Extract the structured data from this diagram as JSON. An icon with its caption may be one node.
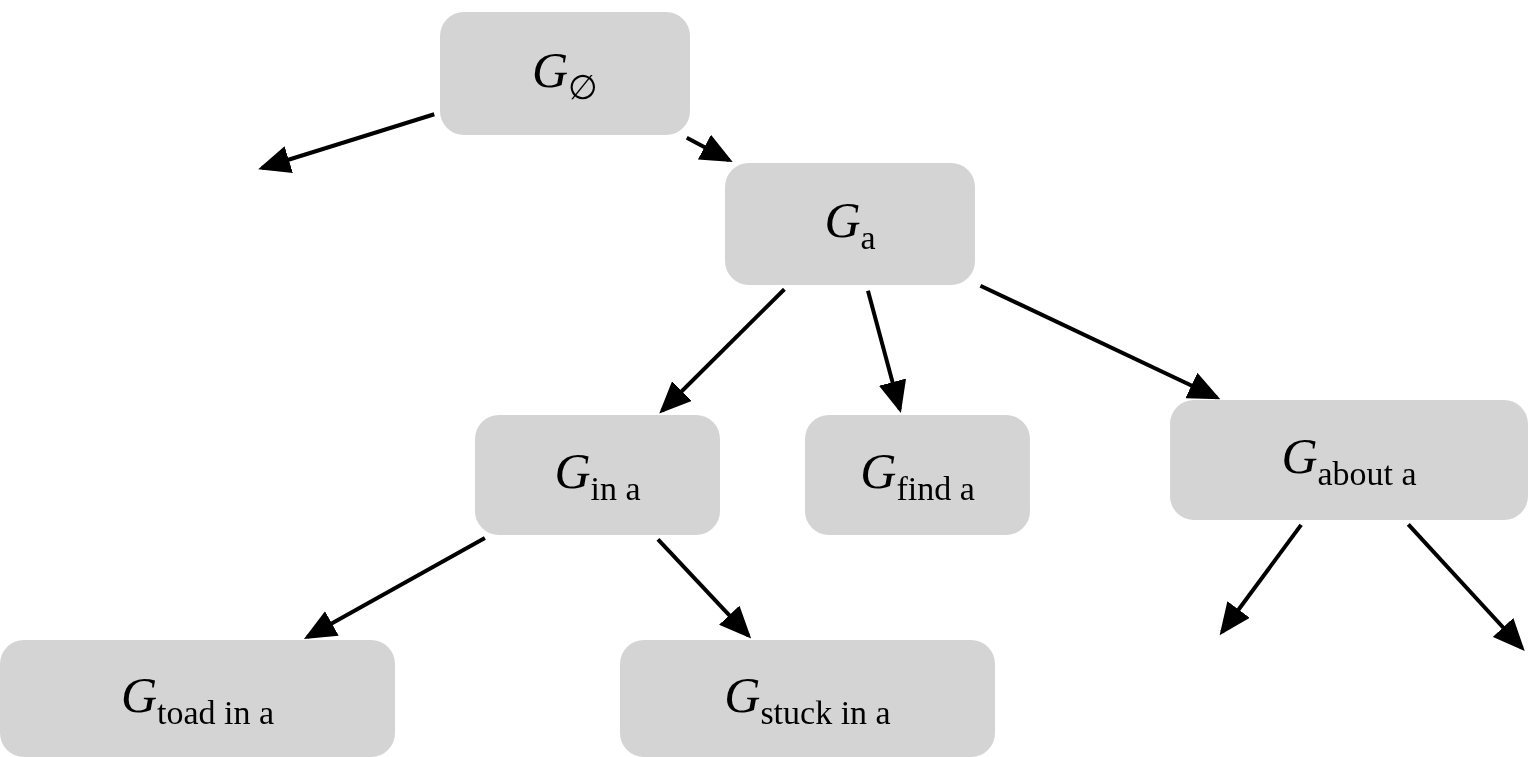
{
  "diagram": {
    "nodes": [
      {
        "text": [
          "*G*$_{∅}$"
        ]
      },
      {
        "text": [
          "*G*$_{a}$"
        ]
      },
      {
        "text": [
          "*G*$_{in a}$"
        ]
      },
      {
        "text": [
          "*G*$_{find a}$"
        ]
      },
      {
        "text": [
          "*G*$_{about a}$"
        ]
      },
      {
        "text": [
          "*G*$_{toad in a}$"
        ]
      },
      {
        "text": [
          "*G*$_{stuck in a}$"
        ]
      }
    ],
    "edges": [
      {
        "from": 0,
        "to": null,
        "arrow": "to"
      },
      {
        "from": 0,
        "to": 1,
        "arrow": "to"
      },
      {
        "from": 1,
        "to": 2,
        "arrow": "to"
      },
      {
        "from": 1,
        "to": 3,
        "arrow": "to"
      },
      {
        "from": 1,
        "to": 4,
        "arrow": "to"
      },
      {
        "from": 2,
        "to": 5,
        "arrow": "to"
      },
      {
        "from": 2,
        "to": 6,
        "arrow": "to"
      },
      {
        "from": 4,
        "to": null,
        "arrow": "to"
      },
      {
        "from": 4,
        "to": null,
        "arrow": "to"
      }
    ]
  }
}
